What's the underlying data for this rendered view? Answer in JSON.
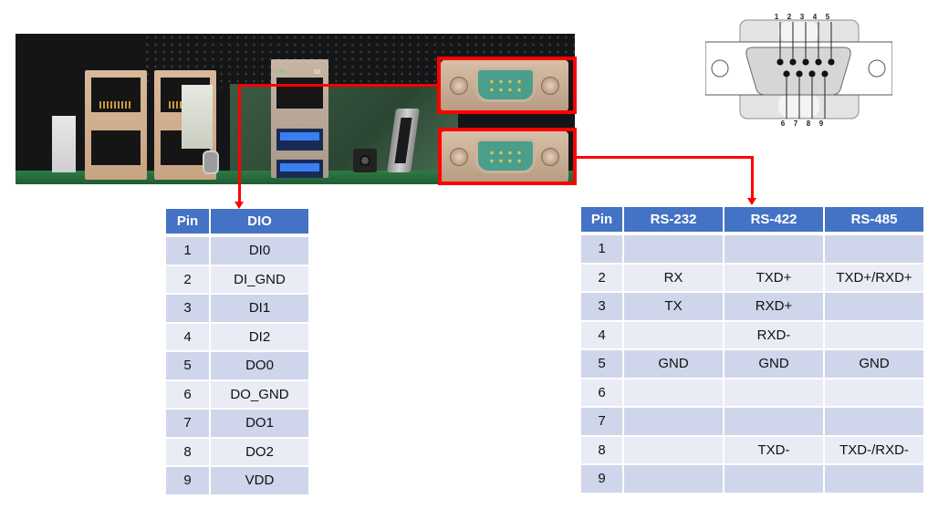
{
  "photo": {
    "description": "Rear I/O panel with two DB9 serial connectors highlighted",
    "highlight_color": "#ff0000"
  },
  "pinout_diagram": {
    "top_pin_labels": [
      "1",
      "2",
      "3",
      "4",
      "5"
    ],
    "bottom_pin_labels": [
      "6",
      "7",
      "8",
      "9"
    ]
  },
  "dio_table": {
    "headers": [
      "Pin",
      "DIO"
    ],
    "rows": [
      [
        "1",
        "DI0"
      ],
      [
        "2",
        "DI_GND"
      ],
      [
        "3",
        "DI1"
      ],
      [
        "4",
        "DI2"
      ],
      [
        "5",
        "DO0"
      ],
      [
        "6",
        "DO_GND"
      ],
      [
        "7",
        "DO1"
      ],
      [
        "8",
        "DO2"
      ],
      [
        "9",
        "VDD"
      ]
    ]
  },
  "serial_table": {
    "headers": [
      "Pin",
      "RS-232",
      "RS-422",
      "RS-485"
    ],
    "rows": [
      [
        "1",
        "",
        "",
        ""
      ],
      [
        "2",
        "RX",
        "TXD+",
        "TXD+/RXD+"
      ],
      [
        "3",
        "TX",
        "RXD+",
        ""
      ],
      [
        "4",
        "",
        "RXD-",
        ""
      ],
      [
        "5",
        "GND",
        "GND",
        "GND"
      ],
      [
        "6",
        "",
        "",
        ""
      ],
      [
        "7",
        "",
        "",
        ""
      ],
      [
        "8",
        "",
        "TXD-",
        "TXD-/RXD-"
      ],
      [
        "9",
        "",
        "",
        ""
      ]
    ]
  },
  "colors": {
    "header_bg": "#4472c4",
    "row_odd_bg": "#cfd5ea",
    "row_even_bg": "#e9ebf5",
    "callout": "#ff0000"
  }
}
